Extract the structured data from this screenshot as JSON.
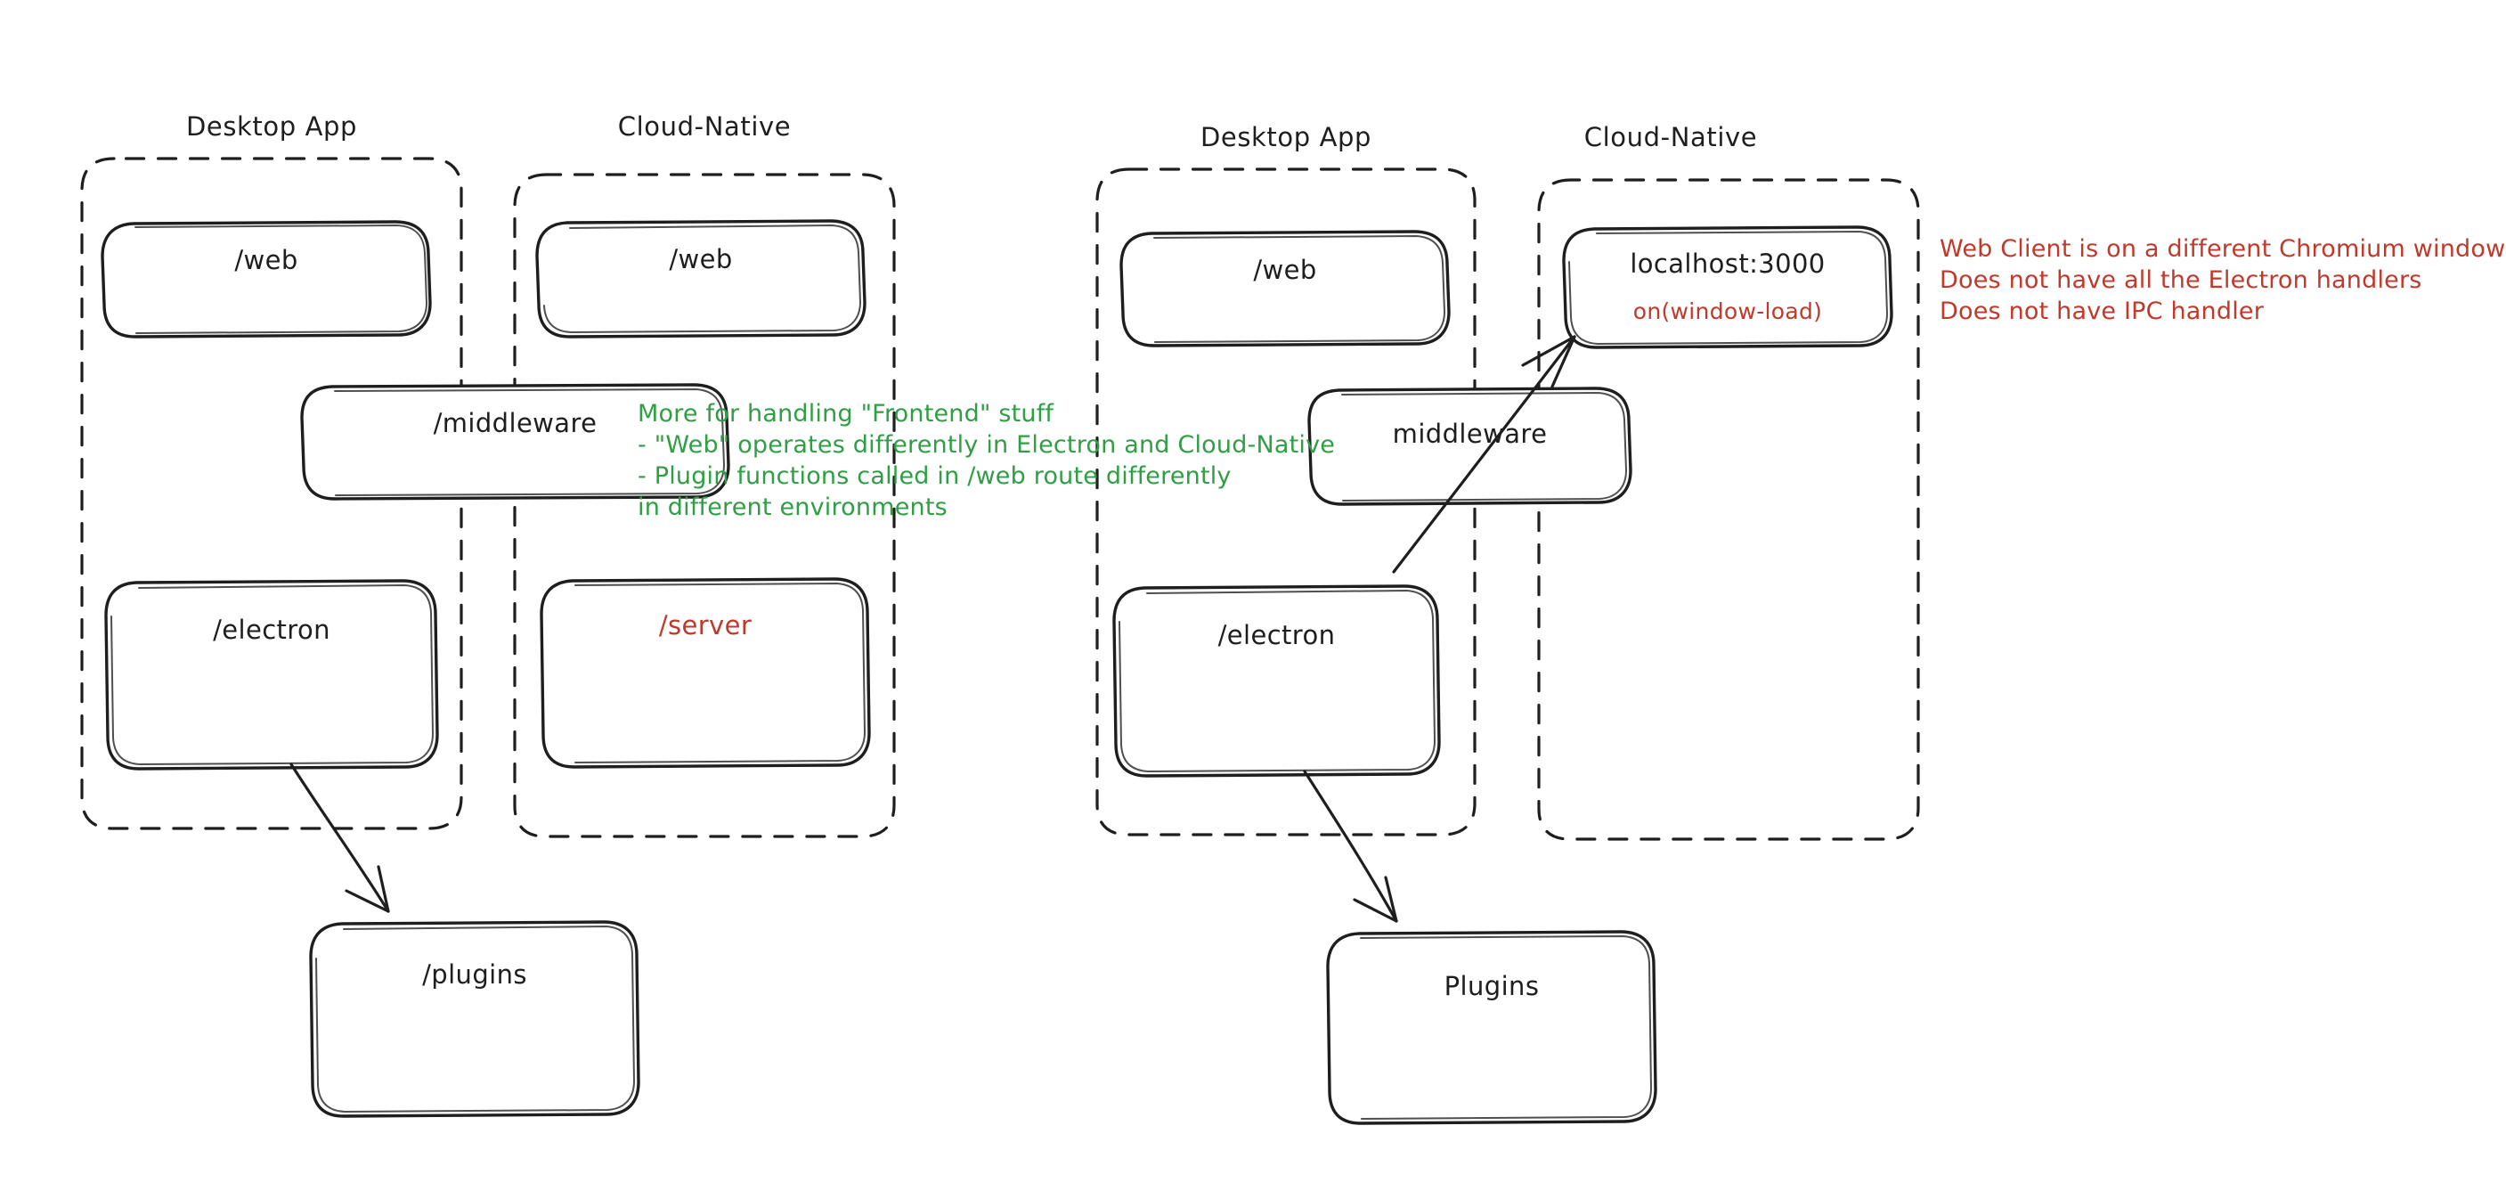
{
  "diagram": {
    "title": "Electron Desktop App vs Cloud-Native architecture sketch",
    "style": "hand-drawn",
    "background": "#ffffff",
    "colors": {
      "stroke": "#1e1e1e",
      "green": "#2f9e44",
      "red": "#c0392b"
    }
  },
  "left_diagram": {
    "groups": [
      {
        "label": "Desktop App"
      },
      {
        "label": "Cloud-Native"
      }
    ],
    "nodes": [
      {
        "id": "l-desktop-web",
        "label": "/web"
      },
      {
        "id": "l-cloud-web",
        "label": "/web"
      },
      {
        "id": "l-middleware",
        "label": "/middleware"
      },
      {
        "id": "l-electron",
        "label": "/electron"
      },
      {
        "id": "l-server",
        "label": "/server"
      },
      {
        "id": "l-plugins",
        "label": "/plugins"
      }
    ],
    "annotation": {
      "color": "#2f9e44",
      "lines": [
        "More for handling \"Frontend\" stuff",
        "- \"Web\" operates differently in Electron and Cloud-Native",
        "- Plugin functions called in /web route differently",
        "in different environments"
      ]
    },
    "edges": [
      {
        "from": "l-electron",
        "to": "l-plugins",
        "kind": "arrow"
      }
    ]
  },
  "right_diagram": {
    "groups": [
      {
        "label": "Desktop App"
      },
      {
        "label": "Cloud-Native"
      }
    ],
    "nodes": [
      {
        "id": "r-desktop-web",
        "label": "/web"
      },
      {
        "id": "r-localhost",
        "label": "localhost:3000",
        "sublabel": "on(window-load)"
      },
      {
        "id": "r-middleware",
        "label": "middleware"
      },
      {
        "id": "r-electron",
        "label": "/electron"
      },
      {
        "id": "r-plugins",
        "label": "Plugins"
      }
    ],
    "annotation": {
      "color": "#c0392b",
      "lines": [
        "Web Client is on a different Chromium window",
        "Does not have all the Electron handlers",
        "Does not have IPC handler"
      ]
    },
    "edges": [
      {
        "from": "r-electron",
        "to": "r-localhost",
        "kind": "arrow"
      },
      {
        "from": "r-electron",
        "to": "r-plugins",
        "kind": "arrow"
      }
    ]
  }
}
